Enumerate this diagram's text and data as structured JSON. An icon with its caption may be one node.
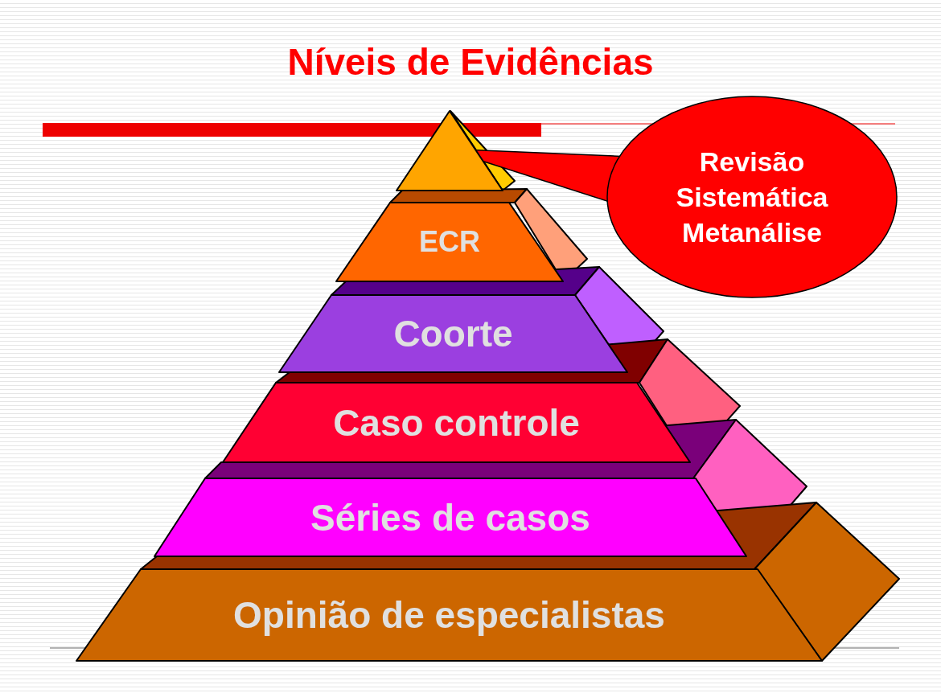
{
  "diagram": {
    "title": "Níveis de Evidências",
    "nodes": [
      {
        "text": [],
        "shape": "triangle"
      },
      {
        "text": [
          "ECR"
        ]
      },
      {
        "text": [
          "Coorte"
        ]
      },
      {
        "text": [
          "Caso controle"
        ]
      },
      {
        "text": [
          "Séries de casos"
        ]
      },
      {
        "text": [
          "Opinião de especialistas"
        ]
      },
      {
        "text": [
          "Revisão Sistemática Metanálise"
        ]
      }
    ],
    "edges": [
      {
        "from": 6,
        "to": 0,
        "arrow": "none"
      }
    ]
  }
}
